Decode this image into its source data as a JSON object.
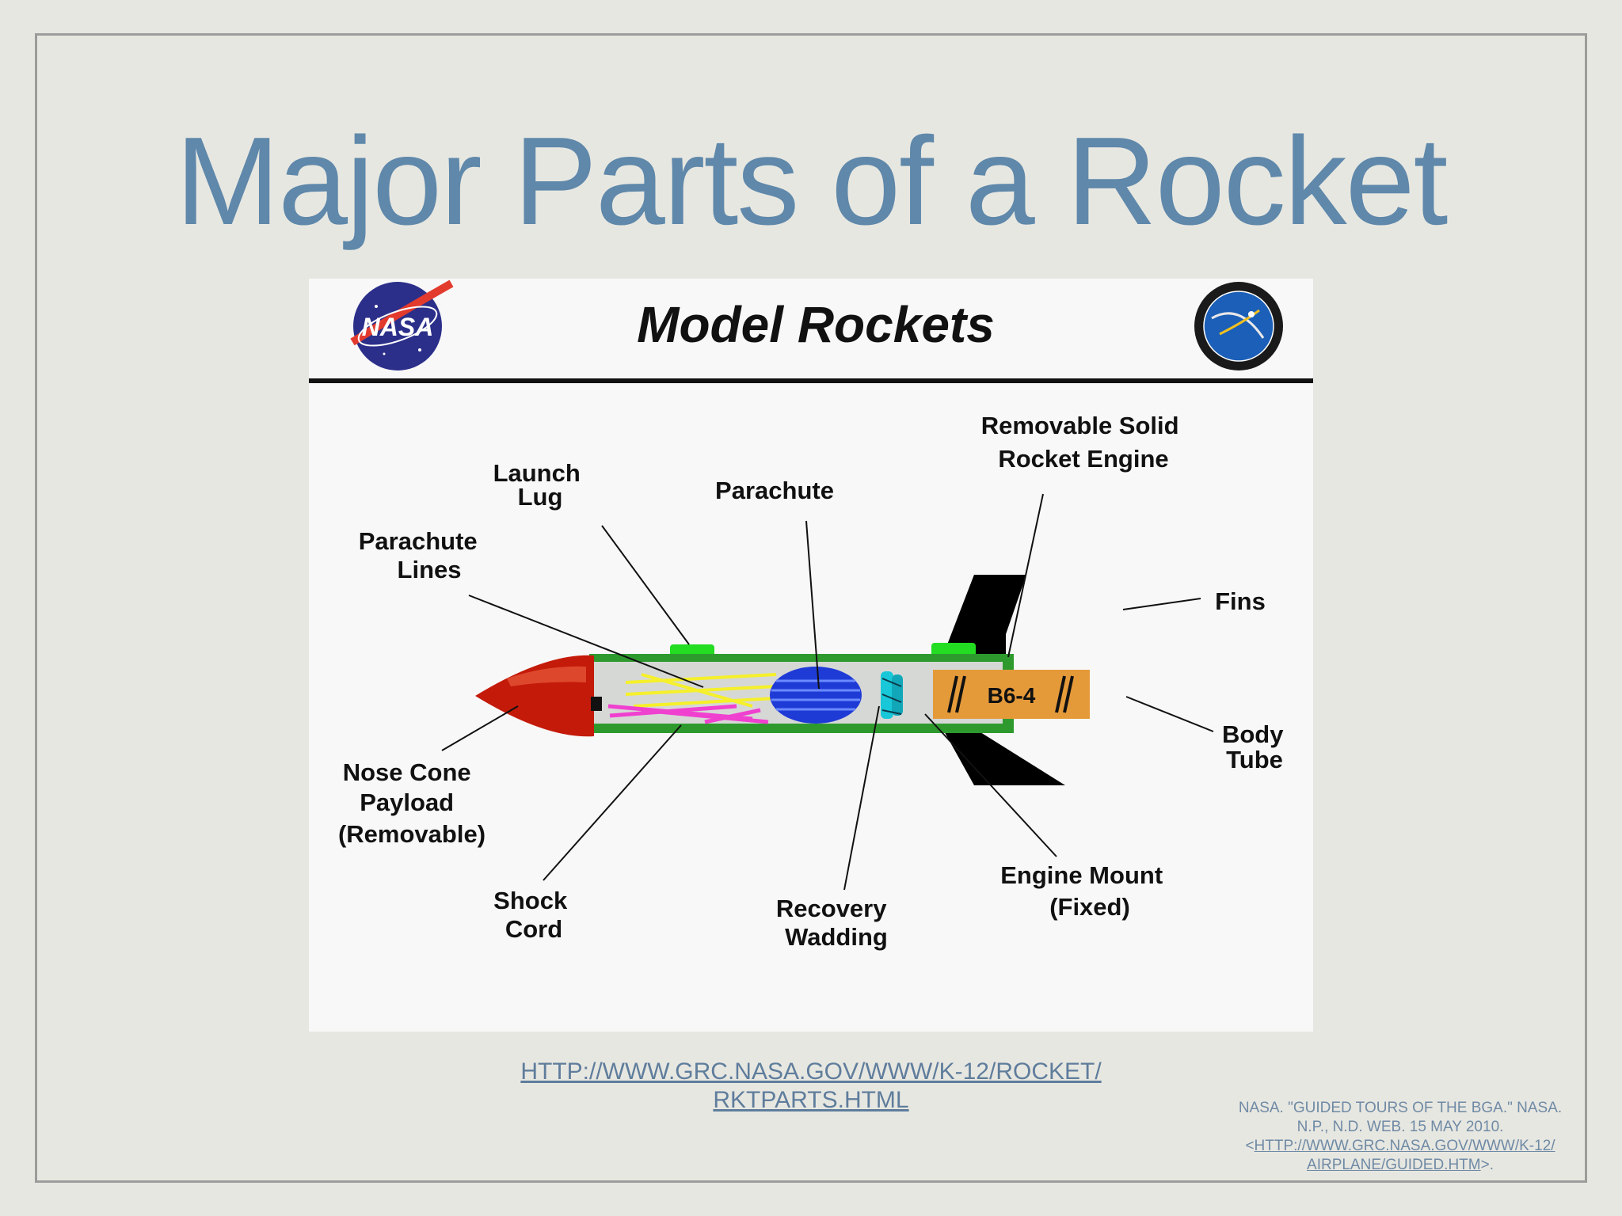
{
  "slide": {
    "title": "Major Parts of a Rocket",
    "source_url_line1": "HTTP://WWW.GRC.NASA.GOV/WWW/K-12/ROCKET/",
    "source_url_line2": "RKTPARTS.HTML",
    "citation": {
      "line1": "NASA. \"GUIDED TOURS OF THE BGA.\" NASA.",
      "line2": "N.P., N.D. WEB. 15 MAY 2010.",
      "line3_prefix": "<",
      "line3_link": "HTTP://WWW.GRC.NASA.GOV/WWW/K-12/",
      "line4_link": "AIRPLANE/GUIDED.HTM",
      "line4_suffix": ">."
    }
  },
  "diagram": {
    "header": "Model  Rockets",
    "nasa_logo_text": "NASA",
    "engine_label": "B6-4",
    "labels": {
      "launch_lug": [
        "Launch",
        "Lug"
      ],
      "parachute": [
        "Parachute"
      ],
      "removable_engine": [
        "Removable  Solid",
        "Rocket  Engine"
      ],
      "parachute_lines": [
        "Parachute",
        "Lines"
      ],
      "fins": [
        "Fins"
      ],
      "body_tube": [
        "Body",
        "Tube"
      ],
      "nose_cone": [
        "Nose Cone",
        "Payload",
        "(Removable)"
      ],
      "shock_cord": [
        "Shock",
        "Cord"
      ],
      "recovery_wadding": [
        "Recovery",
        "Wadding"
      ],
      "engine_mount": [
        "Engine Mount",
        "(Fixed)"
      ]
    },
    "colors": {
      "nose_cone": "#c41a0a",
      "body_tube": "#2e9a2e",
      "lug": "#22dd22",
      "engine": "#e59a3a",
      "parachute": "#1f3bd6",
      "wadding": "#18c8d8",
      "fins": "#000000"
    }
  }
}
